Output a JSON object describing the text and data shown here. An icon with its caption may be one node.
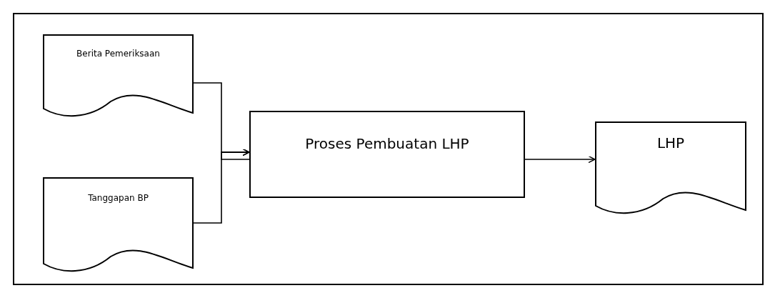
{
  "diagram": {
    "nodes": [
      {
        "text": [
          "Berita Pemeriksaan"
        ]
      },
      {
        "text": [
          "Tanggapan BP"
        ]
      },
      {
        "text": [
          "Proses Pembuatan LHP"
        ]
      },
      {
        "text": [
          "LHP"
        ]
      }
    ],
    "edges": [
      {
        "from": 0,
        "to": 2,
        "arrow": "to"
      },
      {
        "from": 1,
        "to": 2,
        "arrow": "to"
      },
      {
        "from": 2,
        "to": 3,
        "arrow": "to"
      }
    ]
  }
}
